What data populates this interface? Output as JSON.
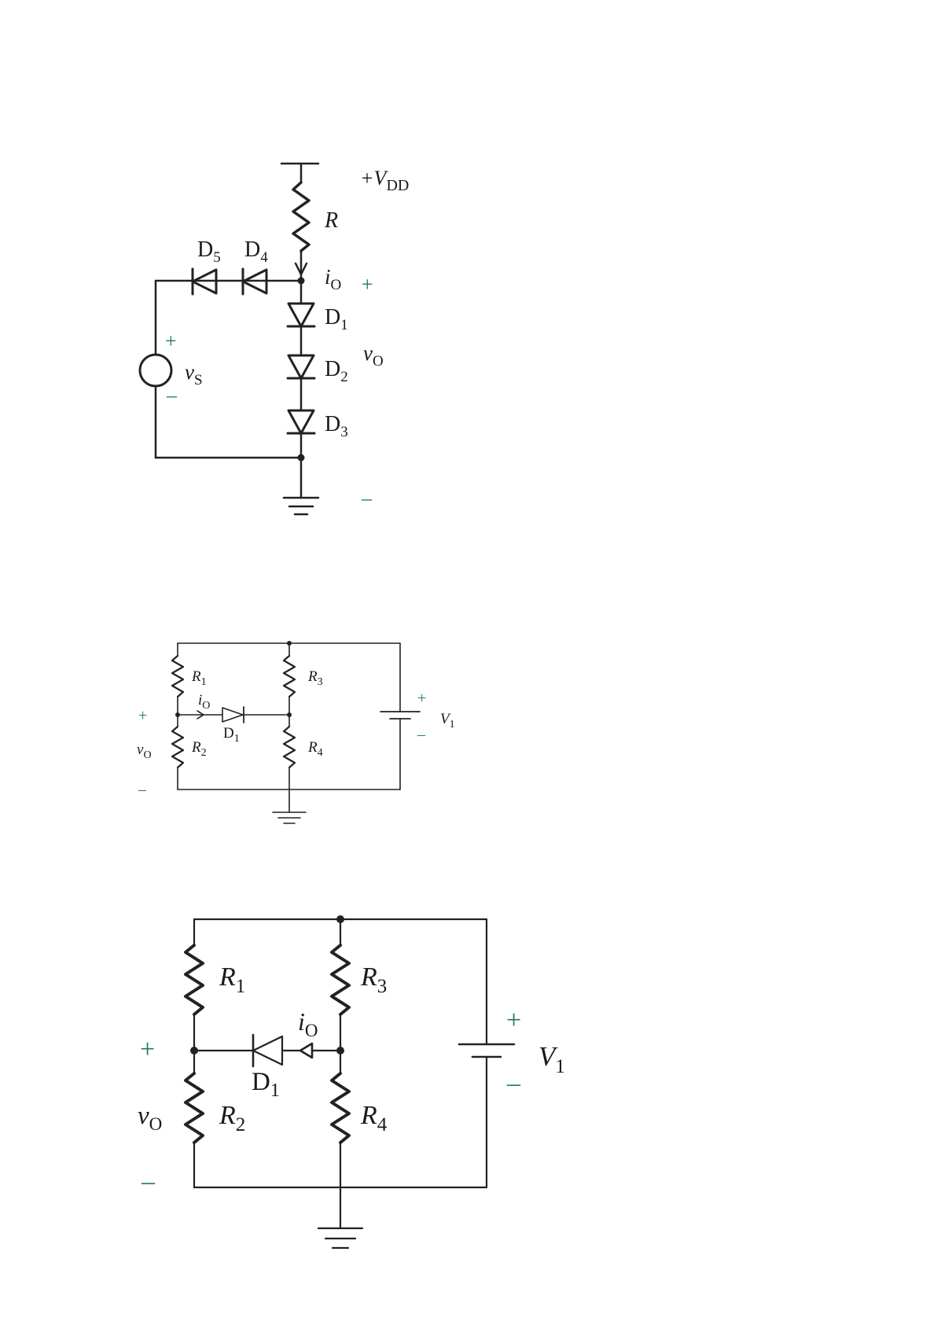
{
  "circuit1": {
    "supply": "+V",
    "supply_sub": "DD",
    "resistor": "R",
    "current": "i",
    "current_sub": "O",
    "output": "v",
    "output_sub": "O",
    "source": "v",
    "source_sub": "S",
    "d1": "D",
    "d1_sub": "1",
    "d2": "D",
    "d2_sub": "2",
    "d3": "D",
    "d3_sub": "3",
    "d4": "D",
    "d4_sub": "4",
    "d5": "D",
    "d5_sub": "5",
    "plus": "+",
    "minus": "–"
  },
  "circuit2": {
    "r1": "R",
    "r1_sub": "1",
    "r2": "R",
    "r2_sub": "2",
    "r3": "R",
    "r3_sub": "3",
    "r4": "R",
    "r4_sub": "4",
    "diode": "D",
    "diode_sub": "1",
    "current": "i",
    "current_sub": "O",
    "output": "v",
    "output_sub": "O",
    "battery": "V",
    "battery_sub": "1",
    "plus": "+",
    "minus": "–"
  },
  "circuit3": {
    "r1": "R",
    "r1_sub": "1",
    "r2": "R",
    "r2_sub": "2",
    "r3": "R",
    "r3_sub": "3",
    "r4": "R",
    "r4_sub": "4",
    "diode": "D",
    "diode_sub": "1",
    "current": "i",
    "current_sub": "O",
    "output": "v",
    "output_sub": "O",
    "battery": "V",
    "battery_sub": "1",
    "plus": "+",
    "minus": "–"
  },
  "colors": {
    "wire": "#222222",
    "polarity": "#1f7a66"
  }
}
